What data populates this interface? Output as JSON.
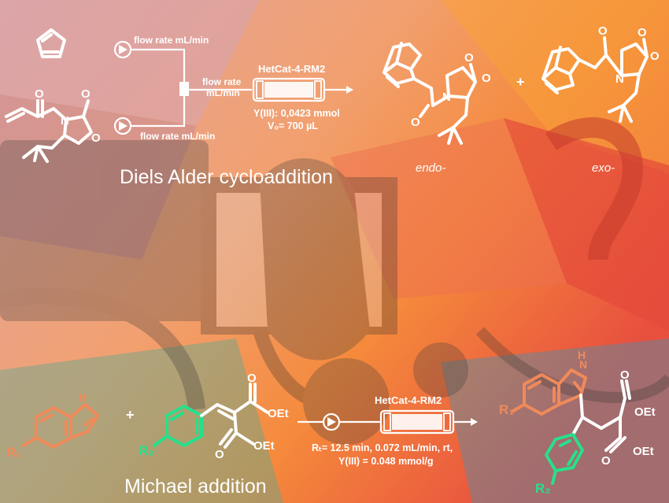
{
  "diels_alder": {
    "flow_top": "flow rate mL/min",
    "flow_mid_1": "flow rate",
    "flow_mid_2": "mL/min",
    "flow_bottom": "flow rate mL/min",
    "catalyst": "HetCat-4-RM2",
    "loading": "Y(III): 0,0423 mmol",
    "volume": "V₀= 700 µL",
    "title": "Diels Alder cycloaddition",
    "endo": "endo-",
    "exo": "exo-",
    "plus": "+"
  },
  "michael": {
    "catalyst": "HetCat-4-RM2",
    "conditions_1": "Rₜ= 12.5 min, 0.072 mL/min, rt,",
    "conditions_2": "Y(III) = 0.048 mmol/g",
    "title": "Michael addition",
    "plus": "+",
    "oet": "OEt",
    "r1": "R₁",
    "r2": "R₂",
    "nh": "H",
    "n": "N"
  },
  "atoms": {
    "o": "O",
    "n": "N"
  },
  "colors": {
    "indole": "#f08a5a",
    "aryl": "#27e08b",
    "text": "#ffffff"
  }
}
